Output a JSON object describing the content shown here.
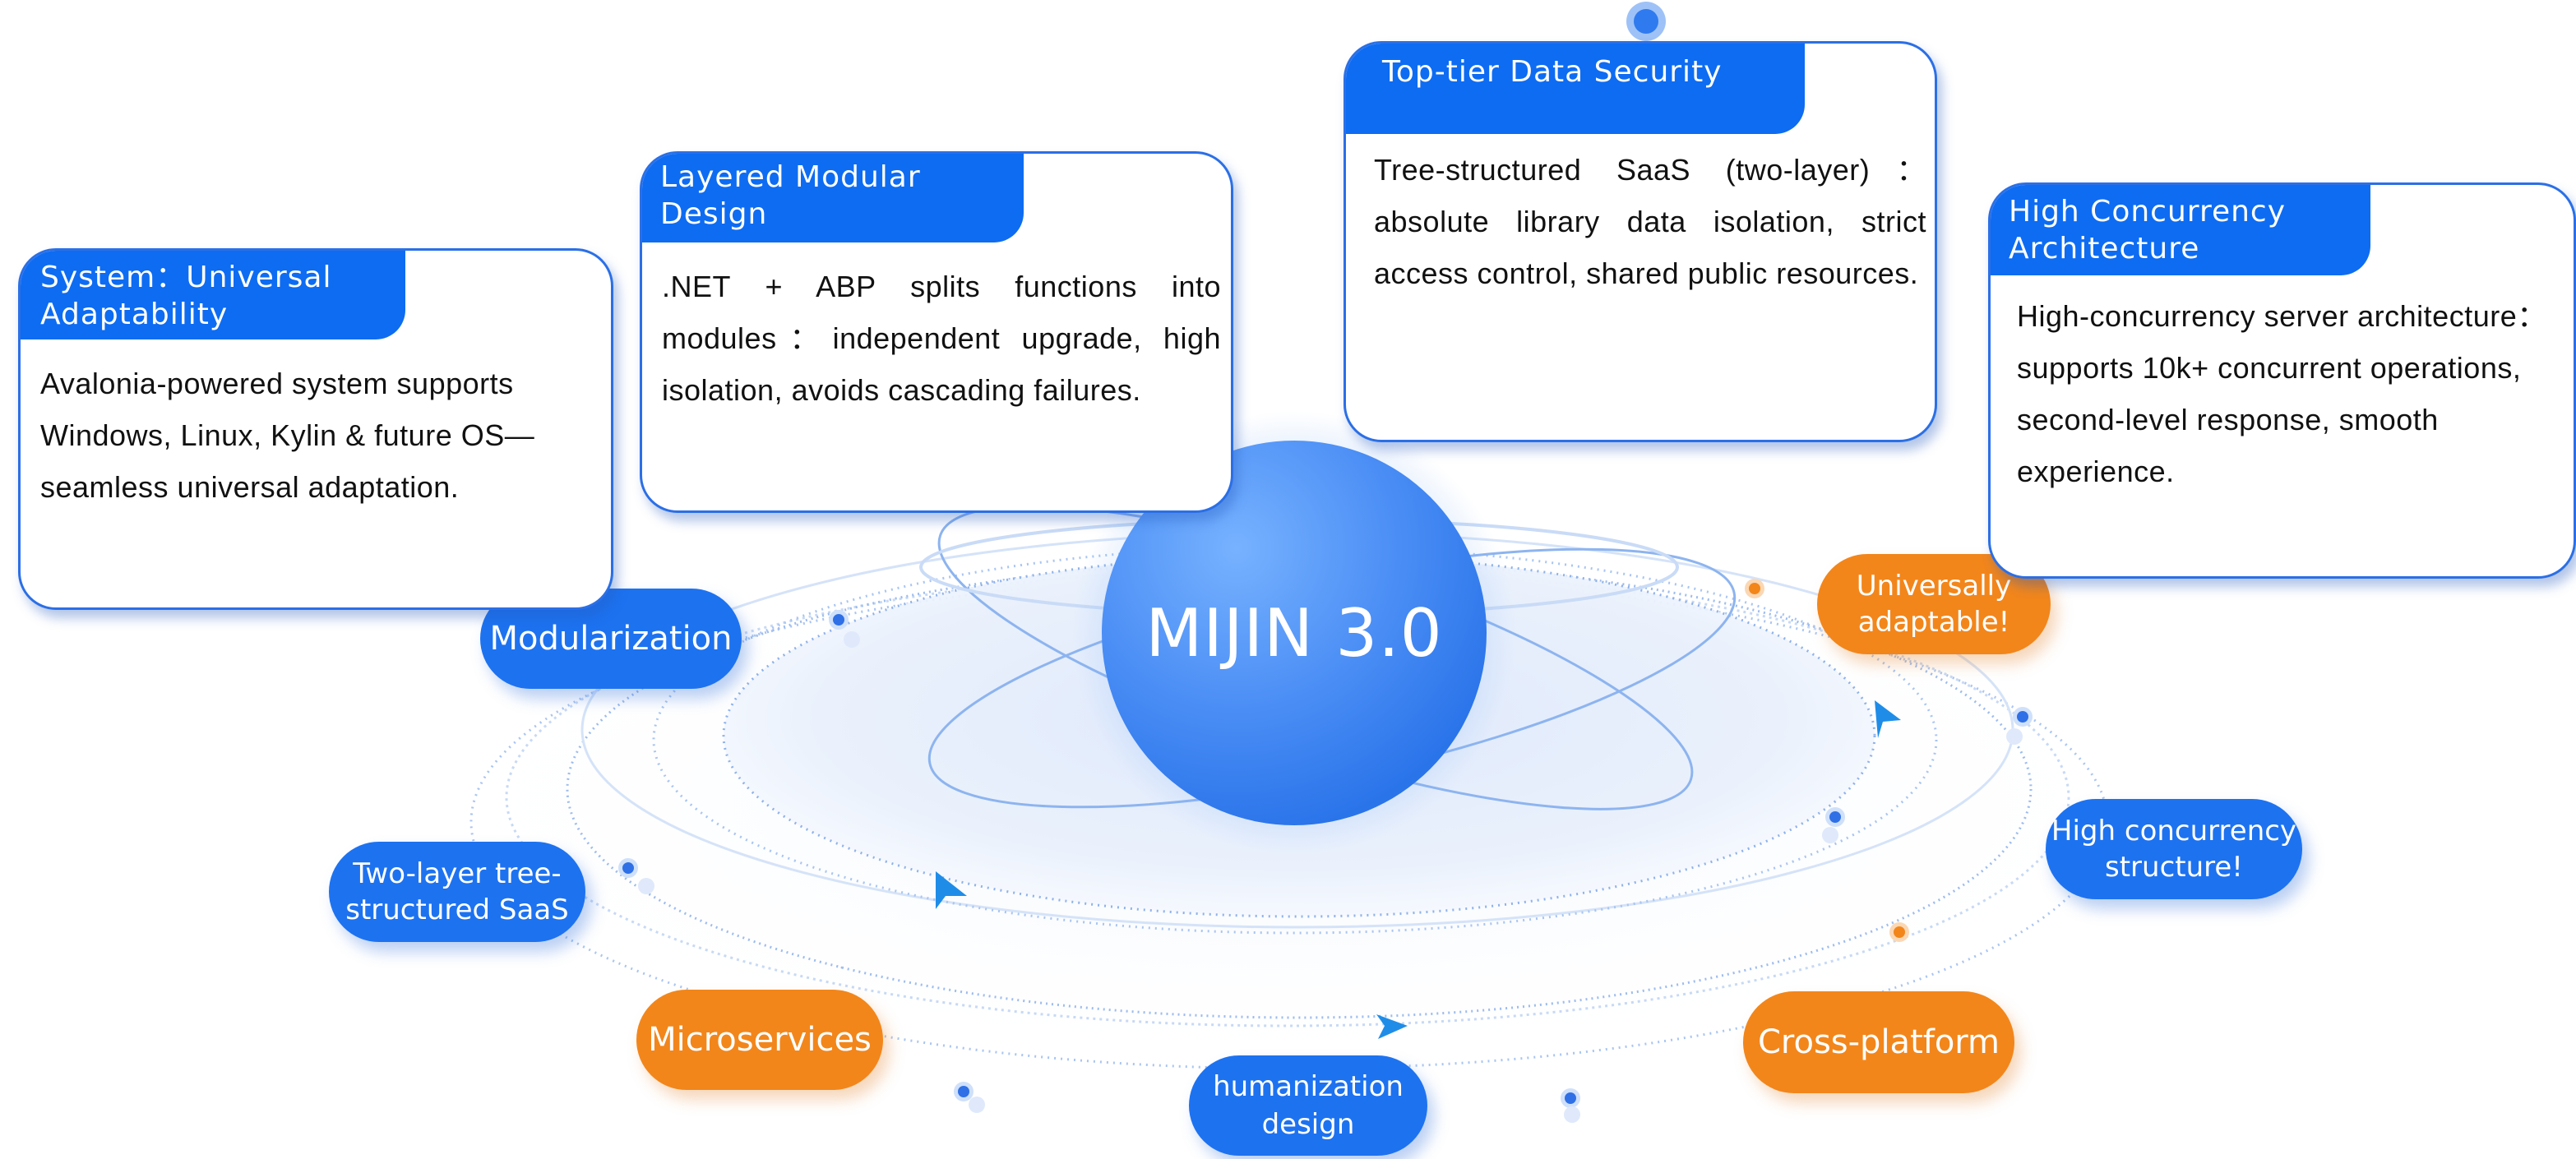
{
  "diagram": {
    "center_title": "MIJIN 3.0",
    "cards": [
      {
        "heading": "System：Universal Adaptability",
        "text": "Avalonia-powered system supports Windows, Linux, Kylin & future OS—seamless universal adaptation."
      },
      {
        "heading": "Layered Modular Design",
        "text": ".NET + ABP splits functions into modules：independent upgrade, high isolation, avoids cascading failures."
      },
      {
        "heading": "Top-tier Data Security",
        "text": "Tree-structured SaaS (two-layer)：absolute library data isolation, strict access control, shared public resources."
      },
      {
        "heading": "High Concurrency Architecture",
        "text": "High-concurrency server architecture：supports 10k+ concurrent operations, second-level response, smooth experience."
      }
    ],
    "pills": {
      "modularization": "Modularization",
      "two_layer_saas": [
        "Two-layer tree-",
        "structured SaaS"
      ],
      "microservices": "Microservices",
      "humanization": [
        "humanization",
        "design"
      ],
      "cross_platform": "Cross-platform",
      "high_concurrency": [
        "High concurrency",
        "structure!"
      ],
      "universally_adaptable": [
        "Universally",
        "adaptable!"
      ]
    },
    "colors": {
      "primary_blue": "#0d6cf2",
      "pill_blue": "#1d72f0",
      "accent_orange": "#f2861b",
      "sphere_light": "#77b2ff",
      "sphere_dark": "#2a74ea"
    }
  }
}
